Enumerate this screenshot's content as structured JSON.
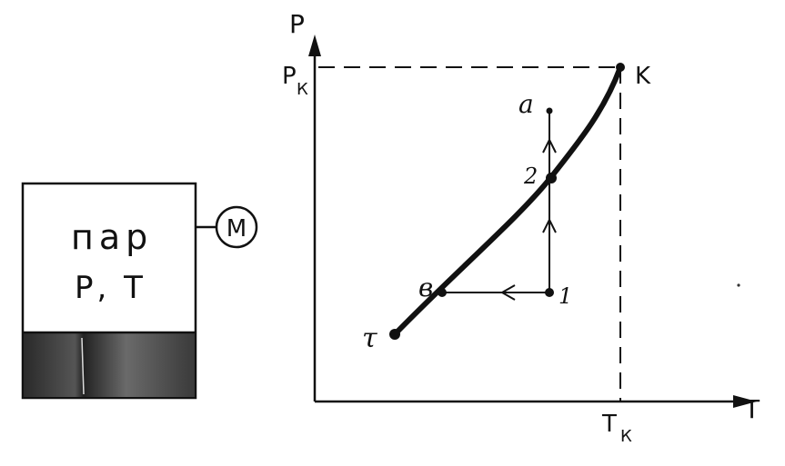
{
  "vessel": {
    "substance_label": "пар",
    "state_label": "P, T",
    "gauge_label": "M"
  },
  "diagram": {
    "y_axis_label": "P",
    "x_axis_label": "T",
    "critical_pressure_label": "P",
    "critical_pressure_subscript": "К",
    "critical_temperature_label": "T",
    "critical_temperature_subscript": "К",
    "points": {
      "critical": "K",
      "triple": "τ",
      "a": "a",
      "p2": "2",
      "b": "в",
      "p1": "1"
    }
  },
  "colors": {
    "ink": "#111111",
    "liquid": "#3a3a3a",
    "background": "#ffffff"
  }
}
